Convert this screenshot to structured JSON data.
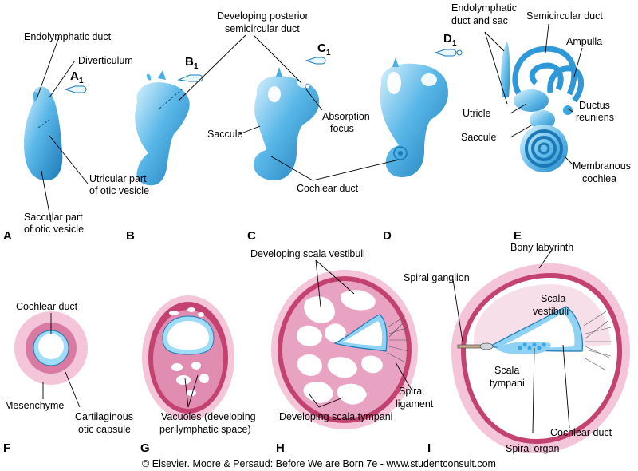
{
  "panels": {
    "A": "A",
    "B": "B",
    "C": "C",
    "D": "D",
    "E": "E",
    "F": "F",
    "G": "G",
    "H": "H",
    "I": "I"
  },
  "section_markers": {
    "a1": "A",
    "b1": "B",
    "c1": "C",
    "d1": "D",
    "sub": "1"
  },
  "labels": {
    "endolymphatic_duct": "Endolymphatic duct",
    "diverticulum": "Diverticulum",
    "utricular_1": "Utricular part",
    "utricular_2": "of otic vesicle",
    "saccular_1": "Saccular part",
    "saccular_2": "of otic vesicle",
    "dev_post_1": "Developing posterior",
    "dev_post_2": "semicircular duct",
    "saccule": "Saccule",
    "absorption_1": "Absorption",
    "absorption_2": "focus",
    "cochlear_duct_upper": "Cochlear duct",
    "endo_sac_1": "Endolymphatic",
    "endo_sac_2": "duct and sac",
    "semicircular_duct": "Semicircular duct",
    "ampulla": "Ampulla",
    "utricle": "Utricle",
    "ductus_1": "Ductus",
    "ductus_2": "reuniens",
    "saccule_e": "Saccule",
    "membranous_1": "Membranous",
    "membranous_2": "cochlea",
    "cochlear_duct_f": "Cochlear duct",
    "mesenchyme": "Mesenchyme",
    "cartilaginous_1": "Cartilaginous",
    "cartilaginous_2": "otic capsule",
    "vacuoles_1": "Vacuoles (developing",
    "vacuoles_2": "perilymphatic space)",
    "dev_scala_vestibuli": "Developing scala vestibuli",
    "dev_scala_tympani": "Developing scala tympani",
    "spiral_lig_1": "Spiral",
    "spiral_lig_2": "ligament",
    "bony_labyrinth": "Bony labyrinth",
    "spiral_ganglion": "Spiral ganglion",
    "scala_vest_1": "Scala",
    "scala_vest_2": "vestibuli",
    "scala_tymp_1": "Scala",
    "scala_tymp_2": "tympani",
    "cochlear_duct_i": "Cochlear duct",
    "spiral_organ": "Spiral organ"
  },
  "copyright": "© Elsevier. Moore & Persaud: Before We are Born 7e - www.studentconsult.com",
  "colors": {
    "blue_light": "#bfe7fb",
    "blue": "#3aa6e0",
    "blue_dark": "#1b79b8",
    "pink_light": "#f2bcd2",
    "pink": "#d9749c",
    "pink_dark": "#c4426f",
    "vacuole": "#ffffff"
  }
}
